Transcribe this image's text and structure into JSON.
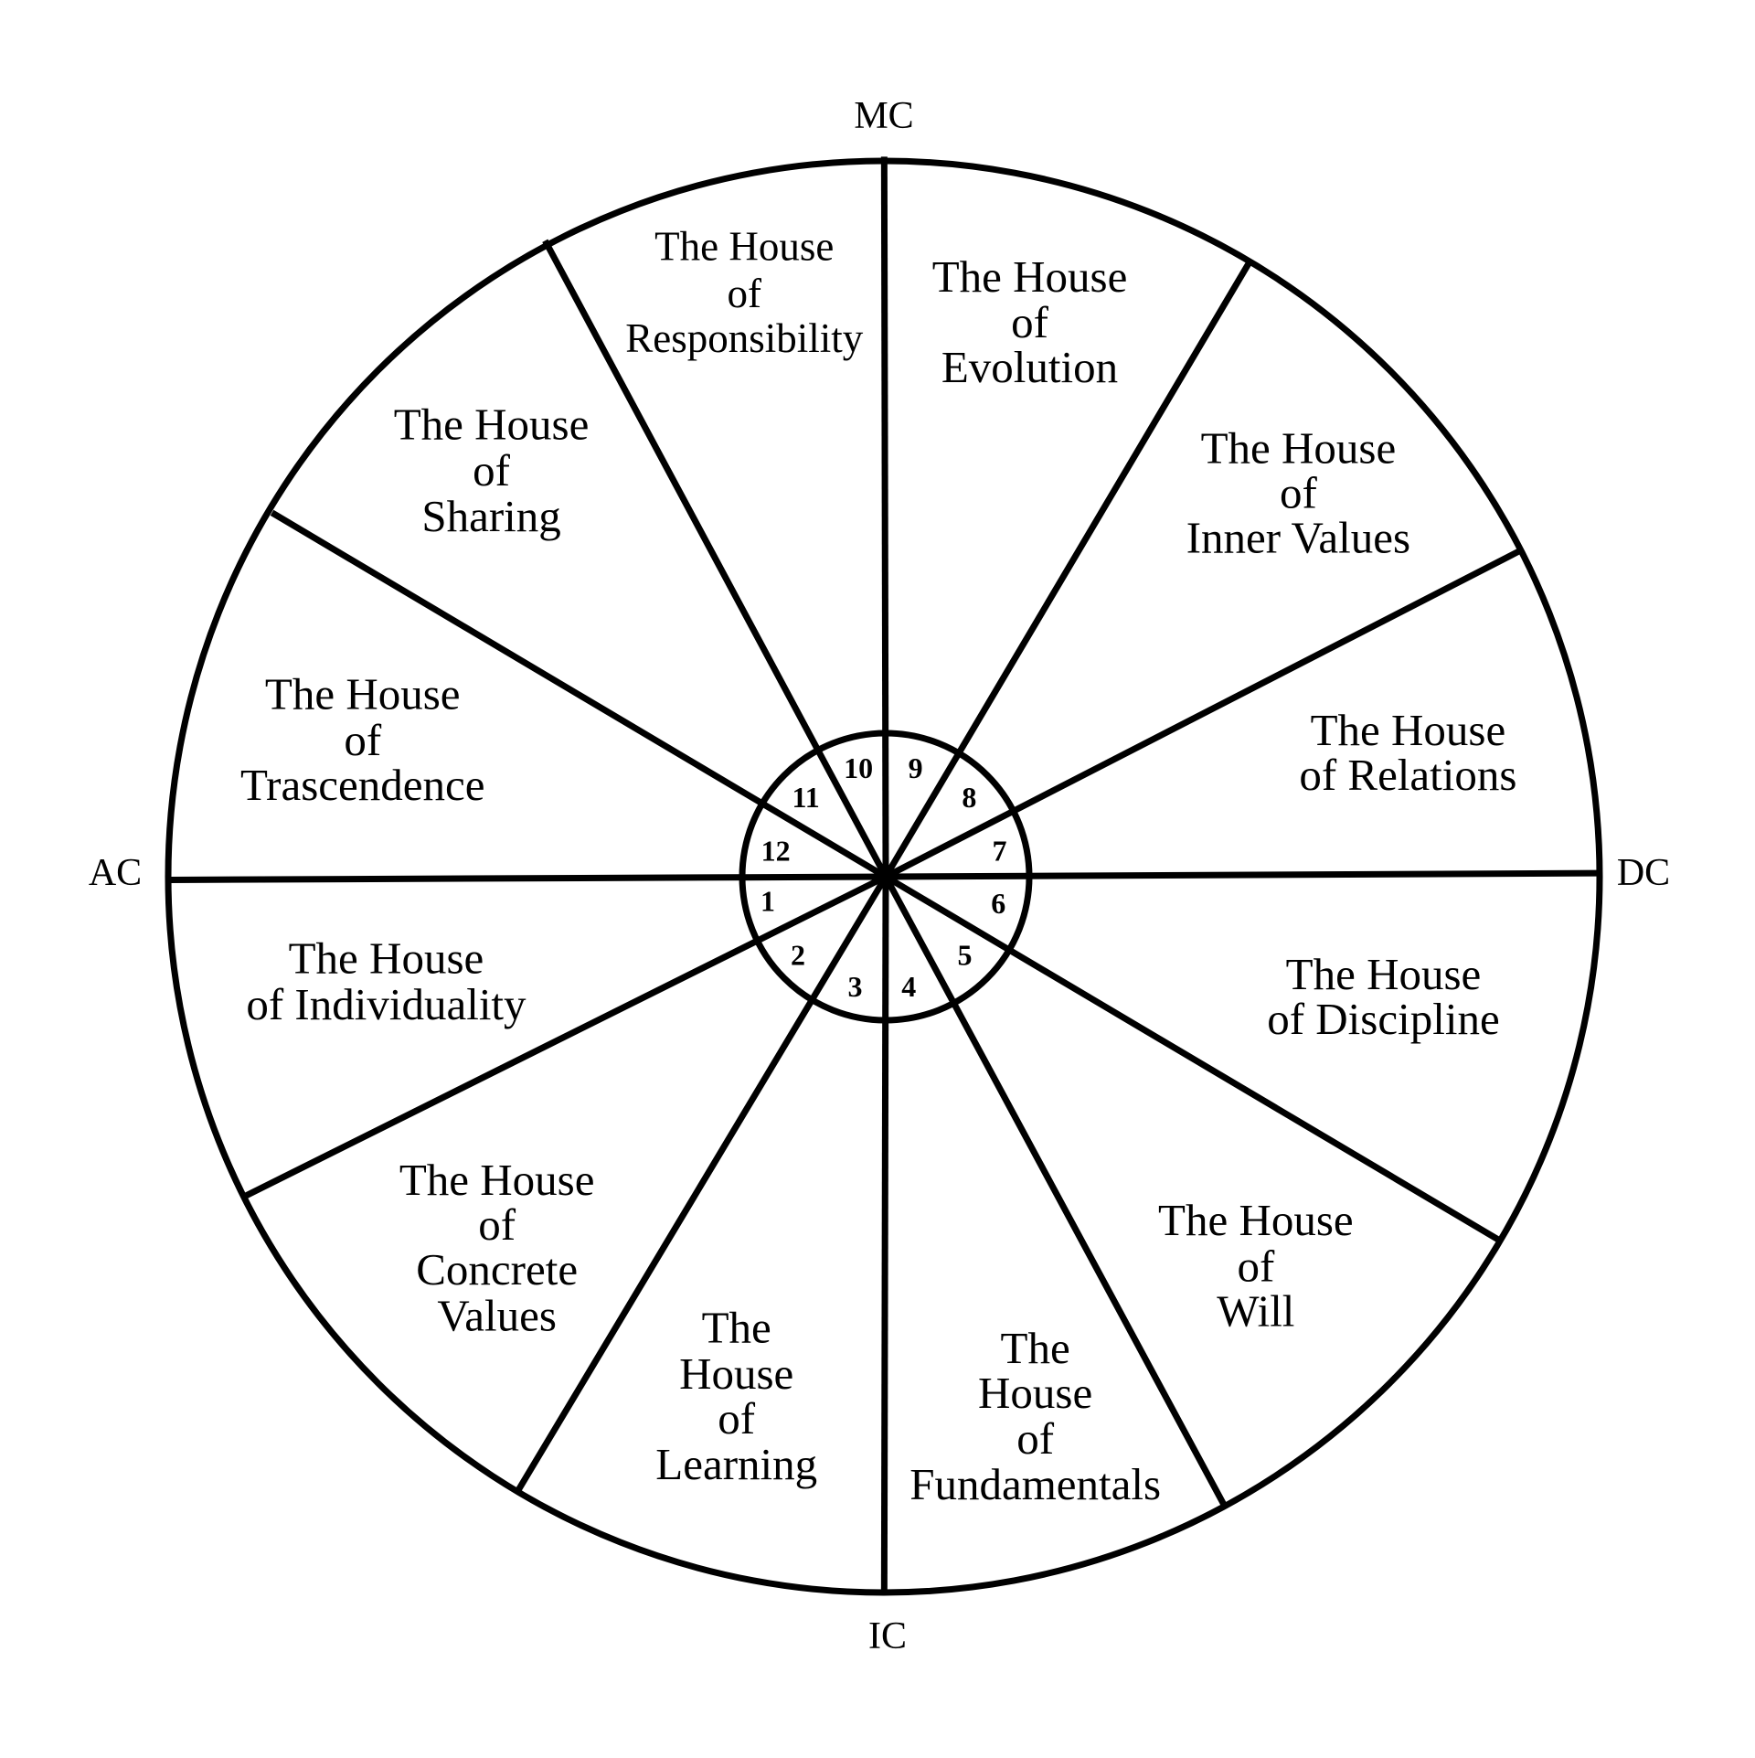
{
  "axes": {
    "top": "MC",
    "right": "DC",
    "bottom": "IC",
    "left": "AC"
  },
  "houses": [
    {
      "number": "1",
      "lines": [
        "The House",
        "of Individuality"
      ]
    },
    {
      "number": "2",
      "lines": [
        "The House",
        "of",
        "Concrete",
        "Values"
      ]
    },
    {
      "number": "3",
      "lines": [
        "The",
        "House",
        "of",
        "Learning"
      ]
    },
    {
      "number": "4",
      "lines": [
        "The",
        "House",
        "of",
        "Fundamentals"
      ]
    },
    {
      "number": "5",
      "lines": [
        "The House",
        "of",
        "Will"
      ]
    },
    {
      "number": "6",
      "lines": [
        "The House",
        "of Discipline"
      ]
    },
    {
      "number": "7",
      "lines": [
        "The House",
        "of Relations"
      ]
    },
    {
      "number": "8",
      "lines": [
        "The House",
        "of",
        "Inner Values"
      ]
    },
    {
      "number": "9",
      "lines": [
        "The House",
        "of",
        "Evolution"
      ]
    },
    {
      "number": "10",
      "lines": [
        "The House",
        "of",
        "Responsibility"
      ]
    },
    {
      "number": "11",
      "lines": [
        "The House",
        "of",
        "Sharing"
      ]
    },
    {
      "number": "12",
      "lines": [
        "The House",
        "of",
        "Trascendence"
      ]
    }
  ]
}
